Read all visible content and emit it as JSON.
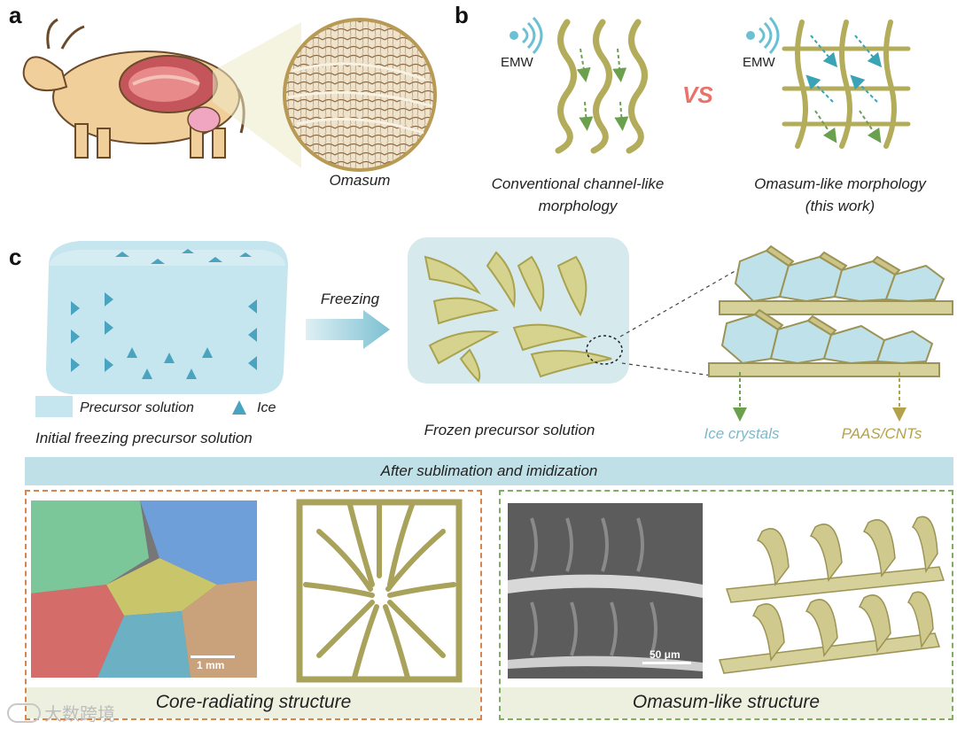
{
  "panels": {
    "a": "a",
    "b": "b",
    "c": "c"
  },
  "panel_a": {
    "omasum_caption": "Omasum"
  },
  "panel_b": {
    "emw_left": "EMW",
    "emw_right": "EMW",
    "vs": "VS",
    "left_caption_line1": "Conventional channel-like",
    "left_caption_line2": "morphology",
    "right_caption_line1": "Omasum-like morphology",
    "right_caption_line2": "(this work)"
  },
  "panel_c": {
    "freezing": "Freezing",
    "legend_precursor": "Precursor solution",
    "legend_ice": "Ice",
    "initial_caption": "Initial freezing precursor solution",
    "frozen_caption": "Frozen precursor solution",
    "ice_crystals": "Ice crystals",
    "paas_cnts": "PAAS/CNTs"
  },
  "banner": "After sublimation and imidization",
  "bottom_left": {
    "scale": "1 mm",
    "label": "Core-radiating structure"
  },
  "bottom_right": {
    "scale": "50 μm",
    "label": "Omasum-like structure"
  },
  "watermark": "大数跨境",
  "colors": {
    "ice_blue": "#bfe3ec",
    "paas_olive": "#c9c27a",
    "arrow_green": "#6aa04e",
    "vs_red": "#e8736a",
    "ice_label": "#7fb8c9",
    "paas_label": "#b3a24b",
    "orange_border": "#d9844a",
    "green_border": "#7fae62"
  }
}
